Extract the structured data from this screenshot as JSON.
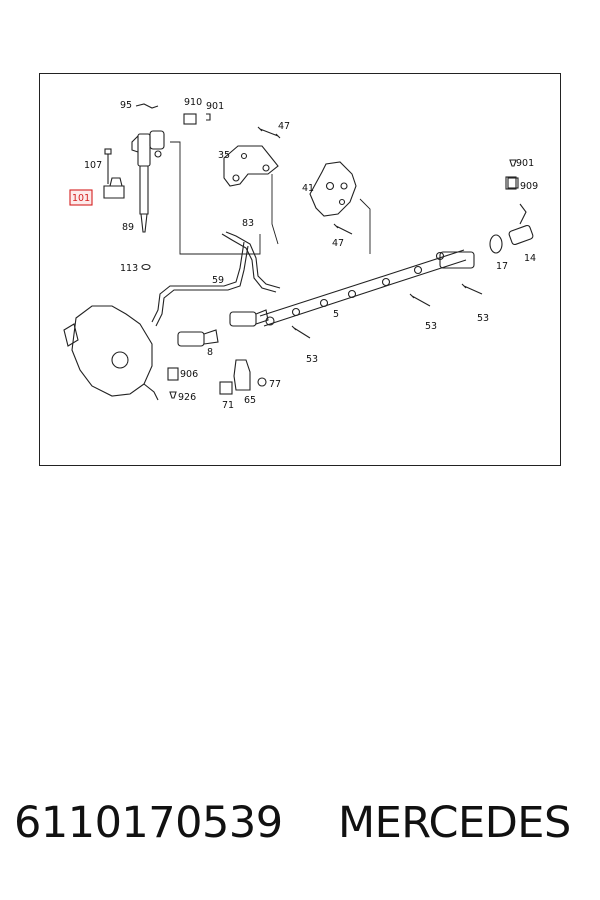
{
  "diagram": {
    "highlight_color": "#d42020",
    "labels": {
      "l95": "95",
      "l910": "910",
      "l901a": "901",
      "l47a": "47",
      "l35": "35",
      "l107": "107",
      "l101": "101",
      "l89": "89",
      "l83": "83",
      "l41": "41",
      "l901b": "901",
      "l909": "909",
      "l47b": "47",
      "l17": "17",
      "l14": "14",
      "l113": "113",
      "l59": "59",
      "l5": "5",
      "l53a": "53",
      "l53b": "53",
      "l8": "8",
      "l53c": "53",
      "l906": "906",
      "l77": "77",
      "l926": "926",
      "l71": "71",
      "l65": "65"
    }
  },
  "footer": {
    "part_number": "6110170539",
    "brand": "MERCEDES"
  }
}
